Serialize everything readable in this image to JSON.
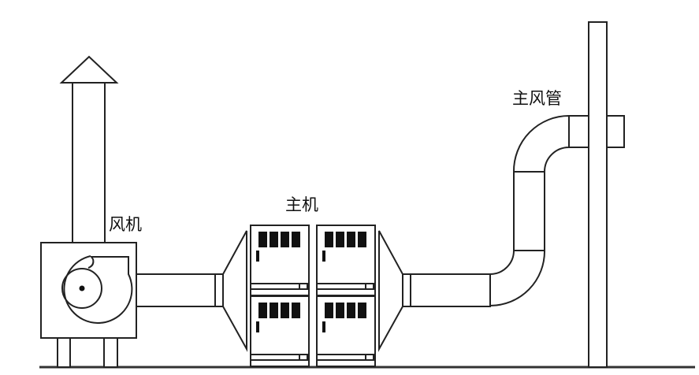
{
  "labels": {
    "fan": "风机",
    "main_unit": "主机",
    "main_duct": "主风管"
  },
  "colors": {
    "line": "#222222",
    "background": "#ffffff"
  }
}
